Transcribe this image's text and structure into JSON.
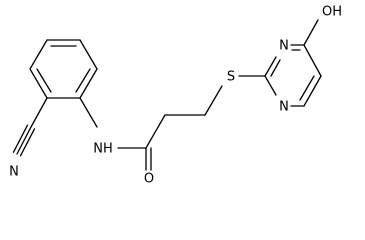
{
  "molecule": {
    "atoms": {
      "n_amide": "NH",
      "o_carbonyl": "O",
      "s_thioether": "S",
      "n_ring_1": "N",
      "n_ring_3": "N",
      "o_hydroxyl": "OH",
      "n_nitrile": "N"
    }
  }
}
